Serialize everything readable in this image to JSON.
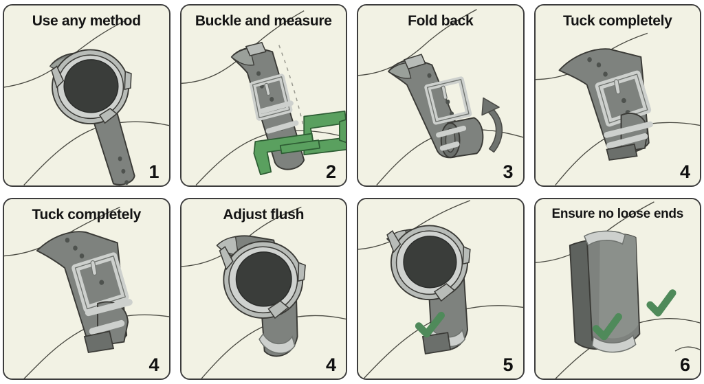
{
  "document": {
    "kind": "instructional-illustration-grid",
    "columns": 4,
    "rows": 2,
    "background_color": "#ffffff",
    "panel_background": "#f2f2e4",
    "panel_border_color": "#3c3c3c",
    "title_color": "#141414",
    "number_color": "#111111",
    "accent_green": "#4f8a5a",
    "tool_green": "#5aa05f",
    "strap_gray": "#7e827e",
    "case_gray": "#b8bcb8",
    "face_dark": "#3a3d3a",
    "line_color": "#4a4a42"
  },
  "panels": [
    {
      "title": "Use any method",
      "number": "1",
      "subject": "watch-on-wrist-loose-strap",
      "has_check": false,
      "has_tool": false
    },
    {
      "title": "Buckle and measure",
      "number": "2",
      "subject": "strap-buckled-with-calipers",
      "has_check": false,
      "has_tool": true,
      "tool": "green-calipers"
    },
    {
      "title": "Fold back",
      "number": "3",
      "subject": "strap-tail-folded-back-with-arrow",
      "has_check": false,
      "has_tool": false,
      "has_arrow": true
    },
    {
      "title": "Tuck completely",
      "number": "4",
      "subject": "strap-tail-tucked-under-keeper",
      "has_check": false,
      "has_tool": false
    },
    {
      "title": "Tuck completely",
      "number": "4",
      "subject": "strap-tail-tucked-under-keeper-alt-angle",
      "has_check": false,
      "has_tool": false
    },
    {
      "title": "Adjust flush",
      "number": "4",
      "subject": "watch-on-wrist-strap-flush",
      "has_check": false,
      "has_tool": false
    },
    {
      "title": "",
      "number": "5",
      "subject": "watch-on-wrist-checked",
      "has_check": true,
      "check_count": 1,
      "has_tool": false
    },
    {
      "title": "Ensure no loose ends",
      "number": "6",
      "subject": "strap-band-side-view-two-checks",
      "has_check": true,
      "check_count": 2,
      "has_tool": false
    }
  ]
}
